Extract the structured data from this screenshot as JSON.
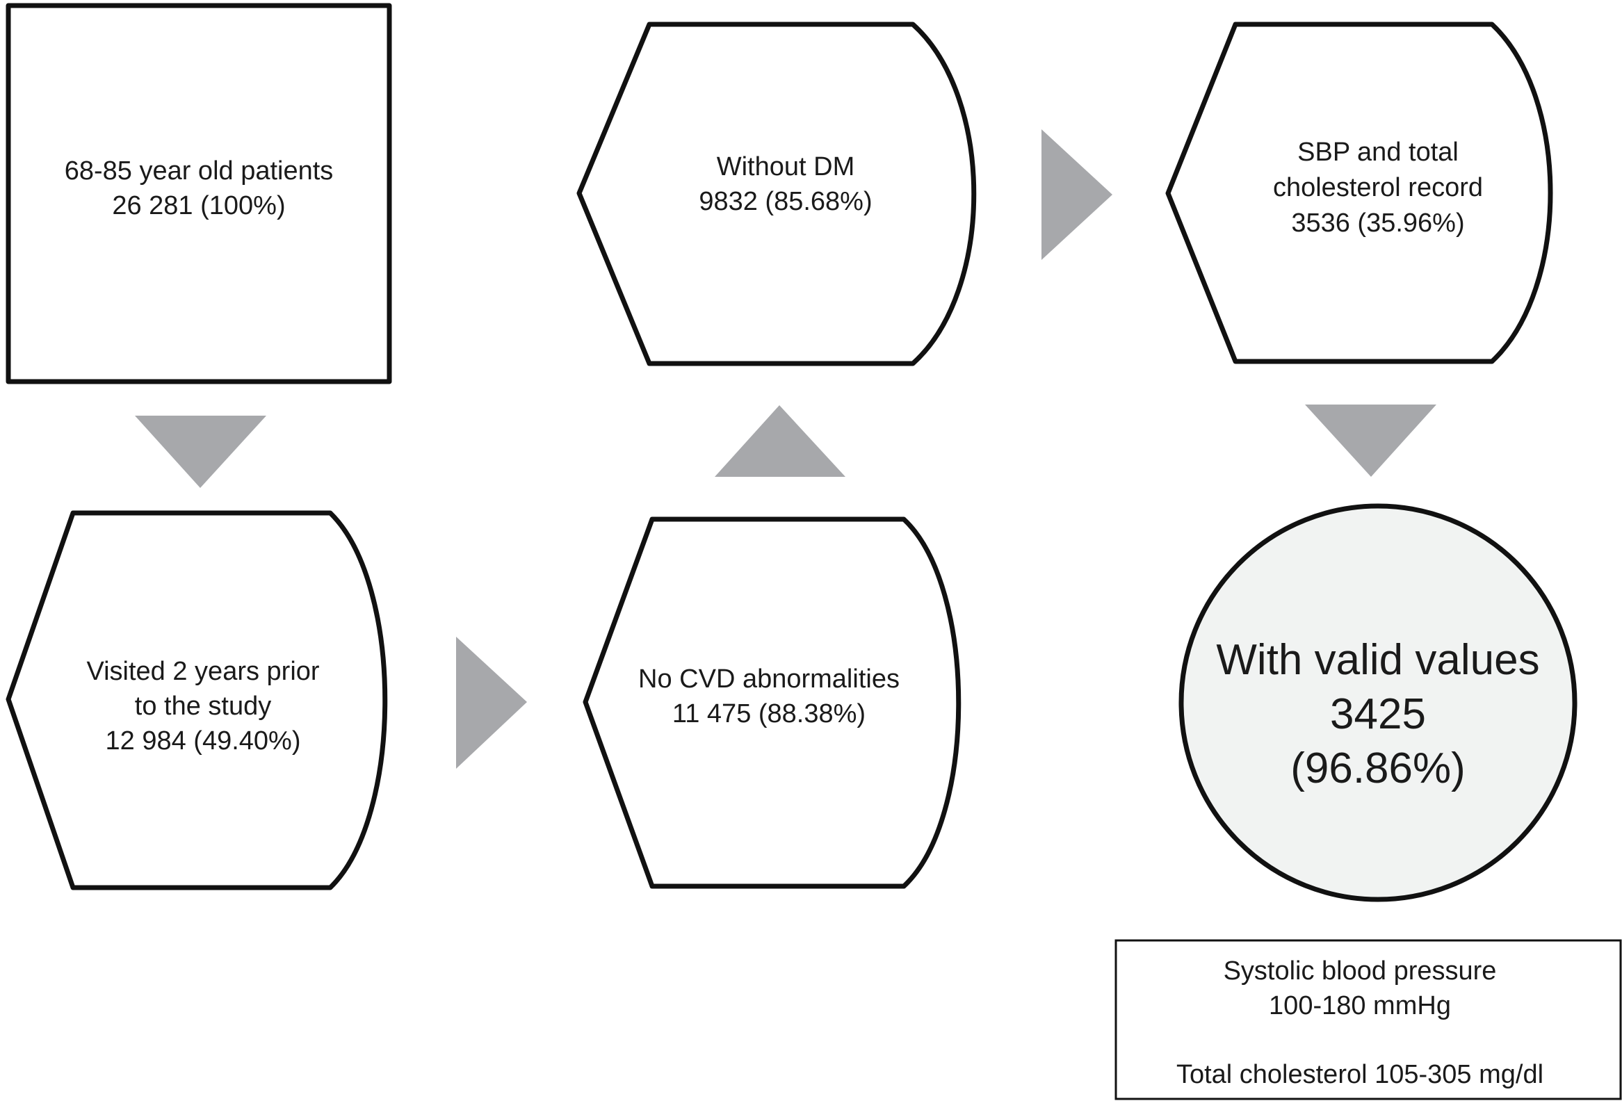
{
  "nodes": {
    "patients": {
      "lines": [
        "68-85 year old patients",
        "26 281 (100%)"
      ]
    },
    "visited": {
      "lines": [
        "Visited 2 years prior",
        "to the study",
        "12 984 (49.40%)"
      ]
    },
    "no_cvd": {
      "lines": [
        "No CVD abnormalities",
        "11 475 (88.38%)"
      ]
    },
    "without_dm": {
      "lines": [
        "Without DM",
        "9832 (85.68%)"
      ]
    },
    "sbp": {
      "lines": [
        "SBP and total",
        "cholesterol record",
        "3536 (35.96%)"
      ]
    },
    "valid": {
      "lines": [
        "With valid values",
        "3425",
        "(96.86%)"
      ]
    }
  },
  "note": {
    "lines": [
      "Systolic blood pressure",
      "100-180 mmHg",
      "",
      "Total cholesterol 105-305 mg/dl"
    ]
  },
  "colors": {
    "arrow": "#a7a8ab",
    "stroke": "#111111",
    "circle_fill": "#f1f3f2"
  }
}
